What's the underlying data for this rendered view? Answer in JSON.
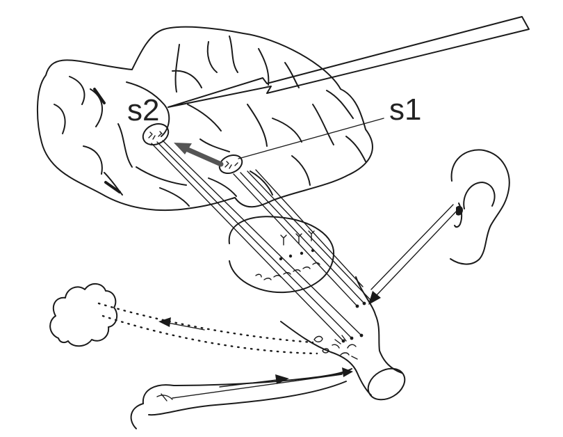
{
  "labels": {
    "s2": "s2",
    "s1": "s1"
  },
  "colors": {
    "line": "#1a1a1a",
    "fiber_arrow": "#555555",
    "background": "#ffffff"
  },
  "icons": {
    "brain": "brain-outline",
    "ear": "ear-outline",
    "tongue": "tongue-outline",
    "brainstem": "brainstem-outline",
    "thalamus": "thalamus-outline",
    "cloud": "cloud-outline",
    "pointer": "long-pointer-arrow"
  }
}
